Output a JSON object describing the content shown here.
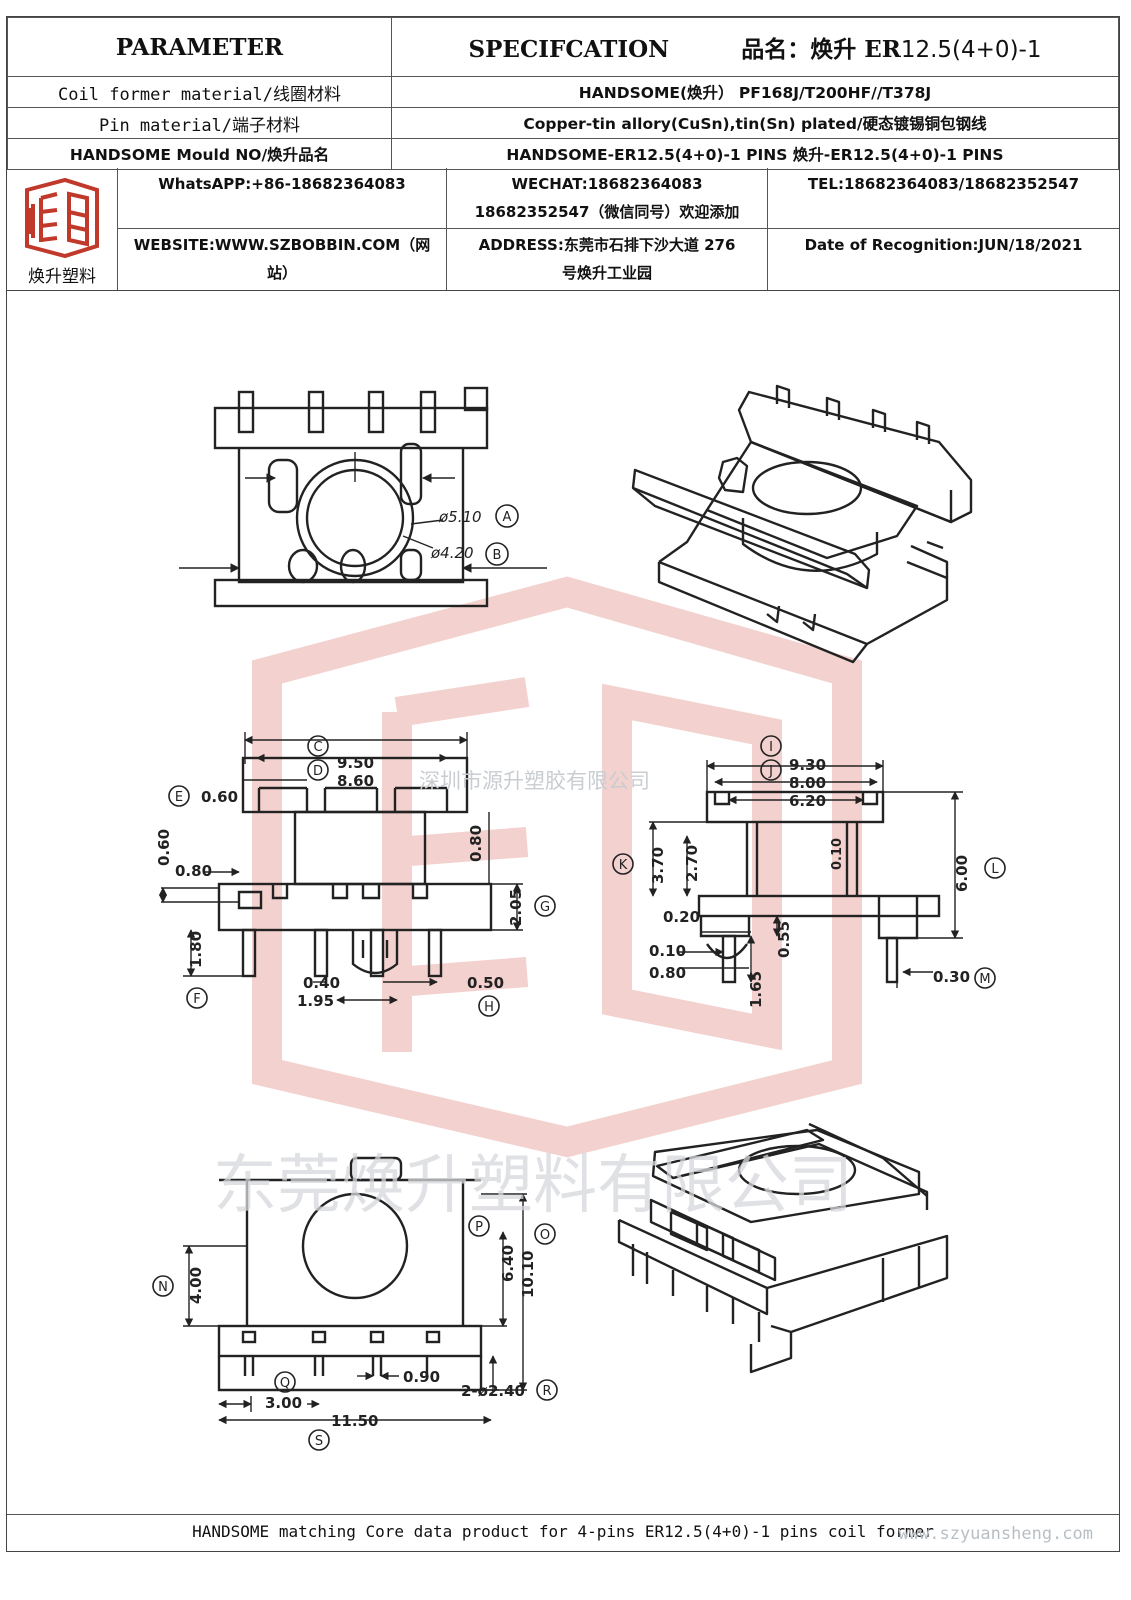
{
  "header": {
    "parameter": "PARAMETER",
    "specification": "SPECIFCATION",
    "product_label": "品名：焕升 ER",
    "product_version": "12.5(4+0)-1"
  },
  "rows": [
    {
      "label": "Coil former material/线圈材料",
      "value": "HANDSOME(焕升） PF168J/T200HF//T378J"
    },
    {
      "label": "Pin material/端子材料",
      "value": "Copper-tin allory(CuSn),tin(Sn) plated/硬态镀锡铜包钢线"
    },
    {
      "label": "HANDSOME Mould NO/焕升品名",
      "value": "HANDSOME-ER12.5(4+0)-1 PINS     焕升-ER12.5(4+0)-1 PINS"
    }
  ],
  "contact": {
    "logo_caption": "焕升塑料",
    "whatsapp": "WhatsAPP:+86-18682364083",
    "wechat_line1": "WECHAT:18682364083",
    "wechat_line2": "18682352547（微信同号）欢迎添加",
    "tel": "TEL:18682364083/18682352547",
    "website_line1": "WEBSITE:WWW.SZBOBBIN.COM（网",
    "website_line2": "站）",
    "address_line1": "ADDRESS:东莞市石排下沙大道 276",
    "address_line2": "号焕升工业园",
    "date": "Date of Recognition:JUN/18/2021"
  },
  "watermarks": {
    "company_small": "深圳市源升塑胶有限公司",
    "company_large": "东莞焕升塑料有限公司"
  },
  "dimensions": {
    "top_view": {
      "A": "ø5.10",
      "B": "ø4.20",
      "A_tag": "A",
      "B_tag": "B"
    },
    "front_view": {
      "C": "9.50",
      "D": "8.60",
      "E": "0.60",
      "F": "1.80",
      "G": "2.05",
      "H": "0.50",
      "side_060": "0.60",
      "side_080_left": "0.80",
      "side_080_right": "0.80",
      "pin_040": "0.40",
      "pin_195": "1.95",
      "C_tag": "C",
      "D_tag": "D",
      "E_tag": "E",
      "F_tag": "F",
      "G_tag": "G",
      "H_tag": "H"
    },
    "side_view": {
      "I": "9.30",
      "J": "8.00",
      "w620": "6.20",
      "K": "3.70",
      "k270": "2.70",
      "L": "6.00",
      "M": "0.30",
      "v010a": "0.10",
      "v020": "0.20",
      "v010b": "0.10",
      "v080": "0.80",
      "v055": "0.55",
      "v165": "1.65",
      "I_tag": "I",
      "J_tag": "J",
      "K_tag": "K",
      "L_tag": "L",
      "M_tag": "M"
    },
    "bottom_view": {
      "N": "4.00",
      "P": "6.40",
      "O": "10.10",
      "Q": "3.00",
      "R": "2-ø2.40",
      "S": "11.50",
      "v090": "0.90",
      "N_tag": "N",
      "O_tag": "O",
      "P_tag": "P",
      "Q_tag": "Q",
      "R_tag": "R",
      "S_tag": "S"
    }
  },
  "footer": {
    "text": "HANDSOME matching Core data  product for 4-pins ER12.5(4+0)-1 pins coil former",
    "url": "www.szyuansheng.com"
  }
}
